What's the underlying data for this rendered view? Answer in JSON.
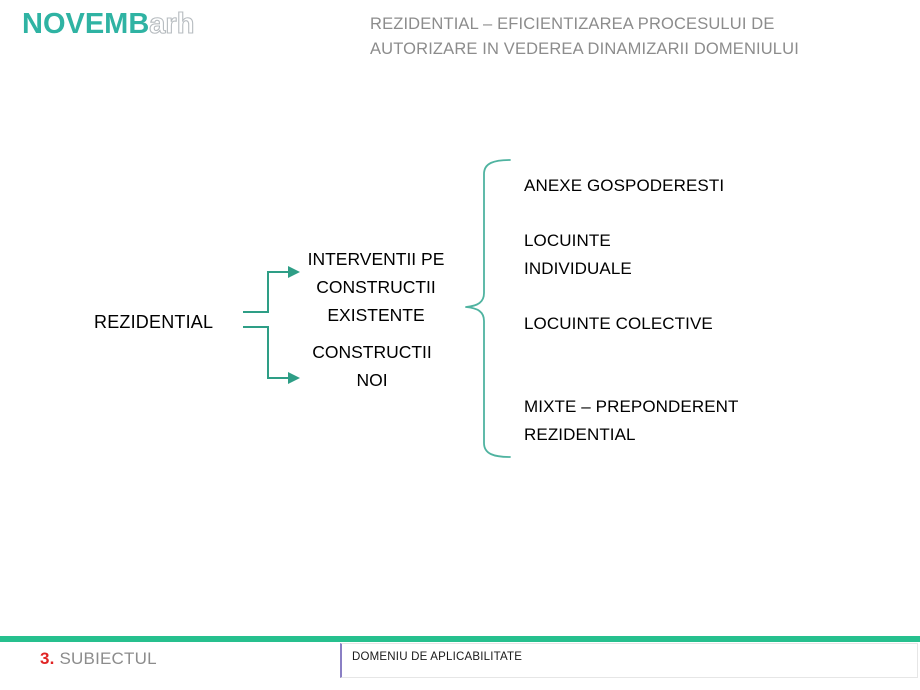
{
  "logo": {
    "main": "NOVEMB",
    "sub": "arh",
    "color": "#2fb3a3"
  },
  "header": {
    "title_line1": "REZIDENTIAL – EFICIENTIZAREA PROCESULUI DE",
    "title_line2": "AUTORIZARE IN VEDEREA DINAMIZARII DOMENIULUI",
    "color": "#8c8c8c"
  },
  "diagram": {
    "accent_color": "#2e9e86",
    "root": "REZIDENTIAL",
    "branches": [
      {
        "label": "INTERVENTII PE\nCONSTRUCTII\nEXISTENTE"
      },
      {
        "label": "CONSTRUCTII\nNOI"
      }
    ],
    "leaves": [
      {
        "label": "ANEXE GOSPODERESTI"
      },
      {
        "label": "LOCUINTE\nINDIVIDUALE"
      },
      {
        "label": "LOCUINTE COLECTIVE"
      },
      {
        "label": "MIXTE – PREPONDERENT\nREZIDENTIAL"
      }
    ]
  },
  "footer": {
    "bar_color": "#26c08e",
    "section_number": "3.",
    "section_label": "SUBIECTUL",
    "number_color": "#e02424",
    "box_label": "DOMENIU DE APLICABILITATE",
    "box_border_color": "#8a7fc4"
  }
}
